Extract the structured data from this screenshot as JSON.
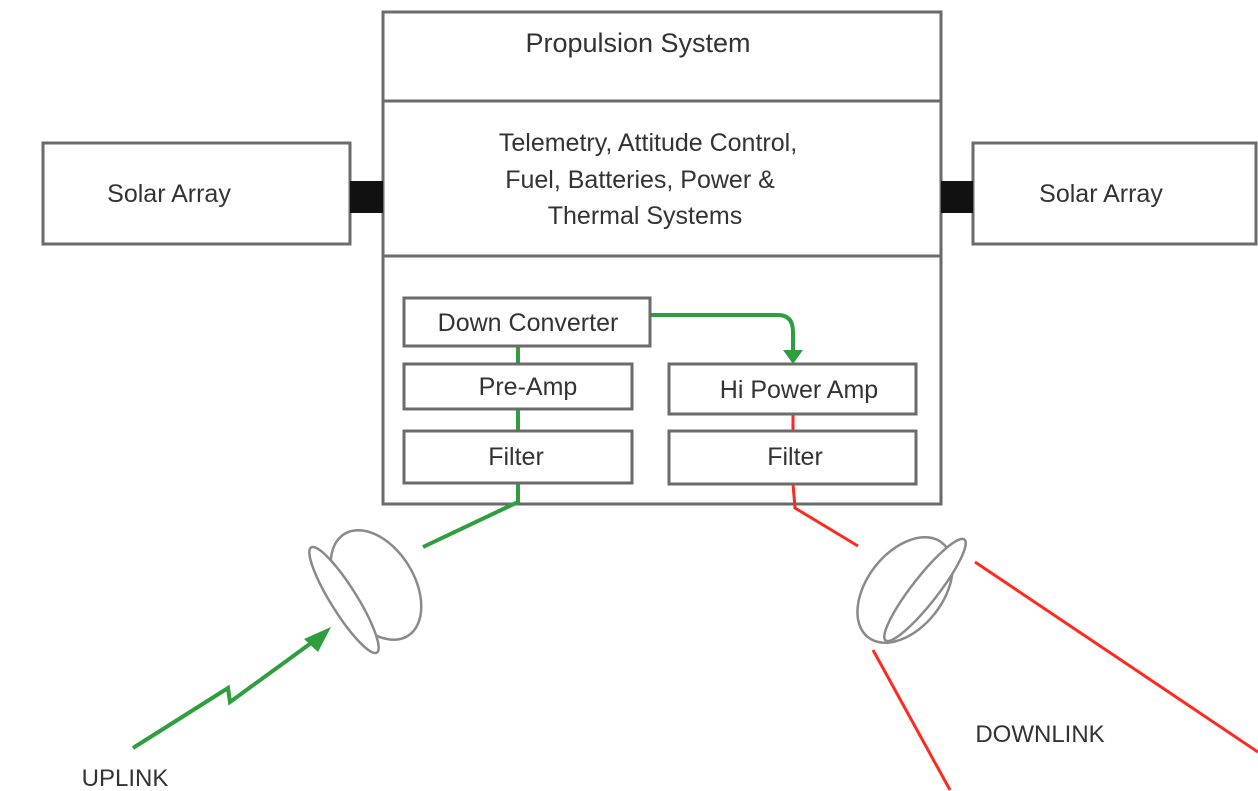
{
  "labels": {
    "propulsion": "Propulsion System",
    "core_line1": "Telemetry, Attitude Control,",
    "core_line2": "Fuel, Batteries, Power &",
    "core_line3": "Thermal Systems",
    "solar_left": "Solar Array",
    "solar_right": "Solar Array",
    "down_converter": "Down Converter",
    "pre_amp": "Pre-Amp",
    "hi_power_amp": "Hi Power Amp",
    "filter_left": "Filter",
    "filter_right": "Filter",
    "uplink": "UPLINK",
    "downlink": "DOWNLINK"
  },
  "colors": {
    "uplink_path": "#2e9e3e",
    "downlink_path": "#ff2a1f",
    "box_stroke": "#6b6b6b",
    "connector": "#111111"
  }
}
